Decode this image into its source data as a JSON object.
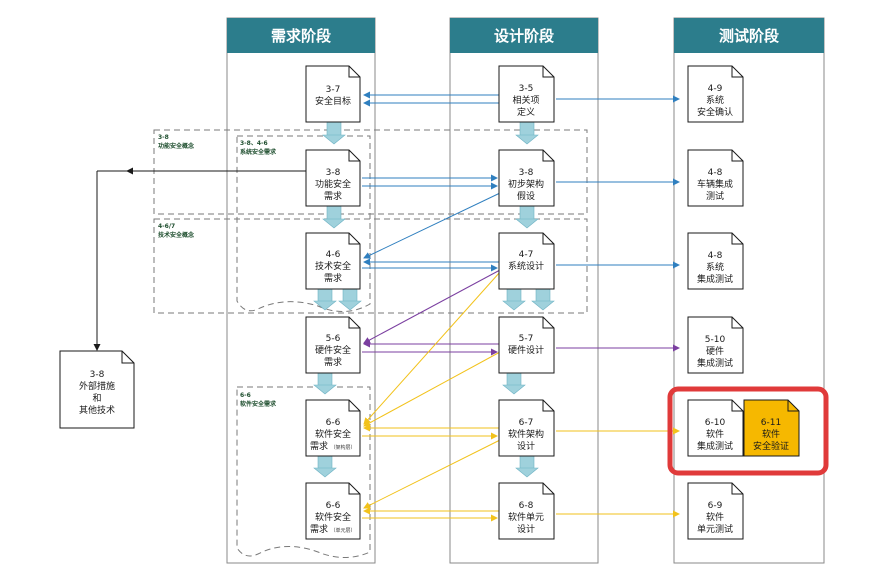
{
  "phases": [
    "需求阶段",
    "设计阶段",
    "测试阶段"
  ],
  "groups": {
    "functional_concept": [
      "3-8",
      "功能安全概念"
    ],
    "technical_concept": [
      "4-6/7",
      "技术安全概念"
    ],
    "system_requirements": [
      "3-8、4-6",
      "系统安全需求"
    ],
    "software_requirements": [
      "6-6",
      "软件安全需求"
    ]
  },
  "docs": {
    "safety_goal": [
      "3-7",
      "安全目标"
    ],
    "fsr": [
      "3-8",
      "功能安全",
      "需求"
    ],
    "tsr": [
      "4-6",
      "技术安全",
      "需求"
    ],
    "hw_req": [
      "5-6",
      "硬件安全",
      "需求"
    ],
    "sw_req_arch": [
      "6-6",
      "软件安全",
      "需求"
    ],
    "sw_req_arch_note": "（架构层）",
    "sw_req_unit": [
      "6-6",
      "软件安全",
      "需求"
    ],
    "sw_req_unit_note": "（单元层）",
    "item_def": [
      "3-5",
      "相关项",
      "定义"
    ],
    "prelim_arch": [
      "3-8",
      "初步架构",
      "假设"
    ],
    "sys_design": [
      "4-7",
      "系统设计"
    ],
    "hw_design": [
      "5-7",
      "硬件设计"
    ],
    "sw_arch_design": [
      "6-7",
      "软件架构",
      "设计"
    ],
    "sw_unit_design": [
      "6-8",
      "软件单元",
      "设计"
    ],
    "safety_validation": [
      "4-9",
      "系统",
      "安全确认"
    ],
    "vehicle_integration": [
      "4-8",
      "车辆集成",
      "测试"
    ],
    "sys_integration": [
      "4-8",
      "系统",
      "集成测试"
    ],
    "hw_integration": [
      "5-10",
      "硬件",
      "集成测试"
    ],
    "sw_integration": [
      "6-10",
      "软件",
      "集成测试"
    ],
    "sw_verification": [
      "6-11",
      "软件",
      "安全验证"
    ],
    "sw_unit_test": [
      "6-9",
      "软件",
      "单元测试"
    ],
    "external": [
      "3-8",
      "外部措施",
      "和",
      "其他技术"
    ]
  },
  "colors": {
    "header": "#2c7d8c",
    "blue_arrow": "#2f7fbf",
    "purple_arrow": "#7b3fa0",
    "yellow_arrow": "#f2c21b",
    "flow_arrow": "#9fd1dc",
    "highlight_box": "#e03a3a",
    "highlight_doc": "#f6b800"
  }
}
